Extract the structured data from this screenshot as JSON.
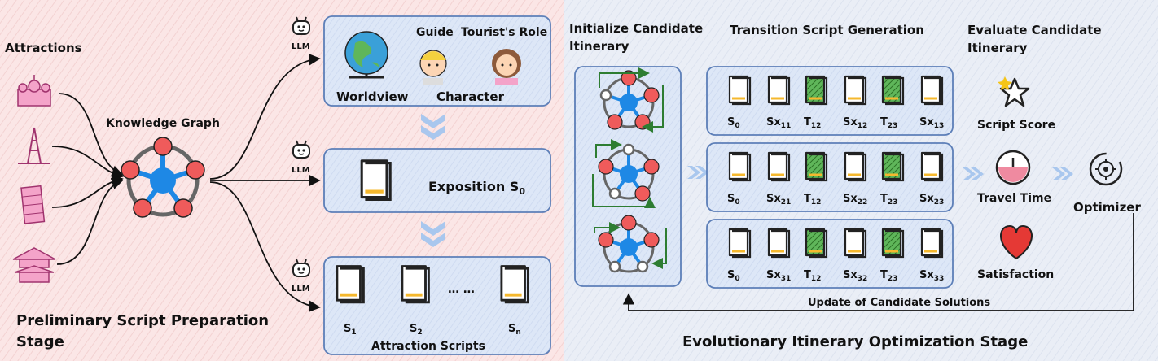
{
  "left_stage": {
    "attractions_label": "Attractions",
    "kg_label": "Knowledge Graph",
    "llm_label": "LLM",
    "box1": {
      "worldview": "Worldview",
      "character": "Character",
      "guide": "Guide",
      "tourists_role": "Tourist's Role"
    },
    "box2": {
      "exposition": "Exposition S",
      "exposition_sub": "0"
    },
    "box3": {
      "dots": "…  …",
      "scripts": [
        {
          "base": "S",
          "sub": "1"
        },
        {
          "base": "S",
          "sub": "2"
        },
        {
          "base": "S",
          "sub": "n"
        }
      ],
      "title": "Attraction Scripts"
    },
    "stage_title_line1": "Preliminary Script Preparation",
    "stage_title_line2": "Stage"
  },
  "right_stage": {
    "init_title_line1": "Initialize Candidate",
    "init_title_line2": "Itinerary",
    "trans_title": "Transition Script Generation",
    "eval_title_line1": "Evaluate Candidate",
    "eval_title_line2": "Itinerary",
    "rows": [
      {
        "labels": [
          {
            "b": "S",
            "s": "0"
          },
          {
            "b": "Sx",
            "s": "11"
          },
          {
            "b": "T",
            "s": "12"
          },
          {
            "b": "Sx",
            "s": "12"
          },
          {
            "b": "T",
            "s": "23"
          },
          {
            "b": "Sx",
            "s": "13"
          }
        ]
      },
      {
        "labels": [
          {
            "b": "S",
            "s": "0"
          },
          {
            "b": "Sx",
            "s": "21"
          },
          {
            "b": "T",
            "s": "12"
          },
          {
            "b": "Sx",
            "s": "22"
          },
          {
            "b": "T",
            "s": "23"
          },
          {
            "b": "Sx",
            "s": "23"
          }
        ]
      },
      {
        "labels": [
          {
            "b": "S",
            "s": "0"
          },
          {
            "b": "Sx",
            "s": "31"
          },
          {
            "b": "T",
            "s": "12"
          },
          {
            "b": "Sx",
            "s": "32"
          },
          {
            "b": "T",
            "s": "23"
          },
          {
            "b": "Sx",
            "s": "33"
          }
        ]
      }
    ],
    "script_score": "Script Score",
    "travel_time": "Travel Time",
    "satisfaction": "Satisfaction",
    "optimizer": "Optimizer",
    "update_label": "Update of Candidate Solutions",
    "stage_title": "Evolutionary Itinerary Optimization Stage"
  },
  "colors": {
    "left_bg": "#fbe6e6",
    "right_bg": "#e8eef8",
    "box_fill": "#dce6f6",
    "box_stroke": "#5d7fb8",
    "node_blue": "#1e88e5",
    "node_red": "#ef5b5b",
    "green": "#2e7d32",
    "book_gold": "#f5b82e",
    "heart": "#e53935"
  }
}
